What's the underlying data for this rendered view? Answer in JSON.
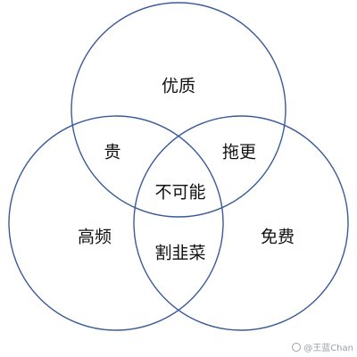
{
  "diagram": {
    "type": "venn",
    "circle_color": "#3a5a98",
    "circles": [
      {
        "id": "top"
      },
      {
        "id": "left"
      },
      {
        "id": "right"
      }
    ],
    "regions": {
      "top_only": "优质",
      "left_only": "高频",
      "right_only": "免费",
      "top_left": "贵",
      "top_right": "拖更",
      "left_right": "割韭菜",
      "center": "不可能"
    }
  },
  "watermark": {
    "text": "@王蓝Chan",
    "icon": "weibo-icon"
  }
}
